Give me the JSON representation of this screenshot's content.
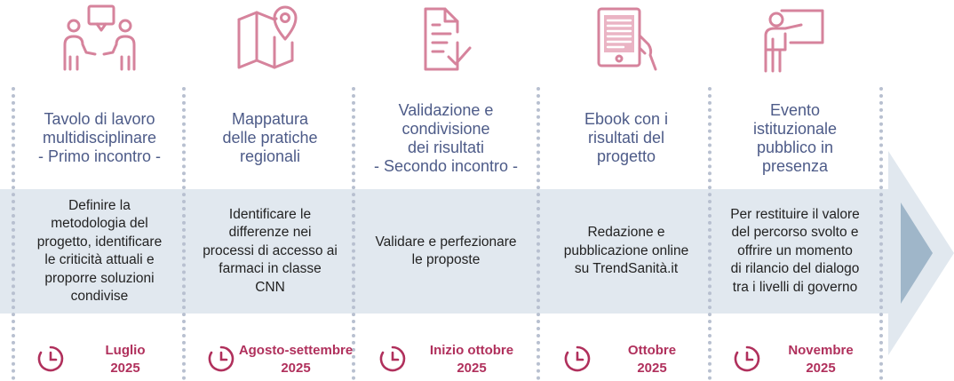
{
  "colors": {
    "title": "#4d5b88",
    "icon": "#d6839c",
    "date": "#b0305c",
    "band": "#e1e8ef",
    "arrow": "#9fb6c9",
    "separator": "#b8c0d0"
  },
  "phases": [
    {
      "icon": "meeting-icon",
      "title": [
        "Tavolo di lavoro",
        "multidisciplinare",
        "- Primo incontro -"
      ],
      "description": [
        "Definire la",
        "metodologia del",
        "progetto, identificare",
        "le criticità attuali e",
        "proporre soluzioni",
        "condivise"
      ],
      "date": [
        "Luglio",
        "2025"
      ]
    },
    {
      "icon": "map-pin-icon",
      "title": [
        "Mappatura",
        "delle pratiche",
        "regionali"
      ],
      "description": [
        "Identificare le",
        "differenze nei",
        "processi di accesso ai",
        "farmaci in classe",
        "CNN"
      ],
      "date": [
        "Agosto-settembre",
        "2025"
      ]
    },
    {
      "icon": "document-check-icon",
      "title": [
        "Validazione e",
        "condivisione",
        "dei risultati",
        "- Secondo incontro -"
      ],
      "description": [
        "Validare e perfezionare",
        "le proposte"
      ],
      "date": [
        "Inizio ottobre",
        "2025"
      ]
    },
    {
      "icon": "ebook-tablet-icon",
      "title": [
        "Ebook con i",
        "risultati del",
        "progetto"
      ],
      "description": [
        "Redazione e",
        "pubblicazione online",
        "su TrendSanità.it"
      ],
      "date": [
        "Ottobre",
        "2025"
      ]
    },
    {
      "icon": "presenter-board-icon",
      "title": [
        "Evento",
        "istituzionale",
        "pubblico in",
        "presenza"
      ],
      "description": [
        "Per restituire il valore",
        "del percorso svolto e",
        "offrire un momento",
        "di rilancio del dialogo",
        "tra i livelli di governo"
      ],
      "date": [
        "Novembre",
        "2025"
      ]
    }
  ]
}
